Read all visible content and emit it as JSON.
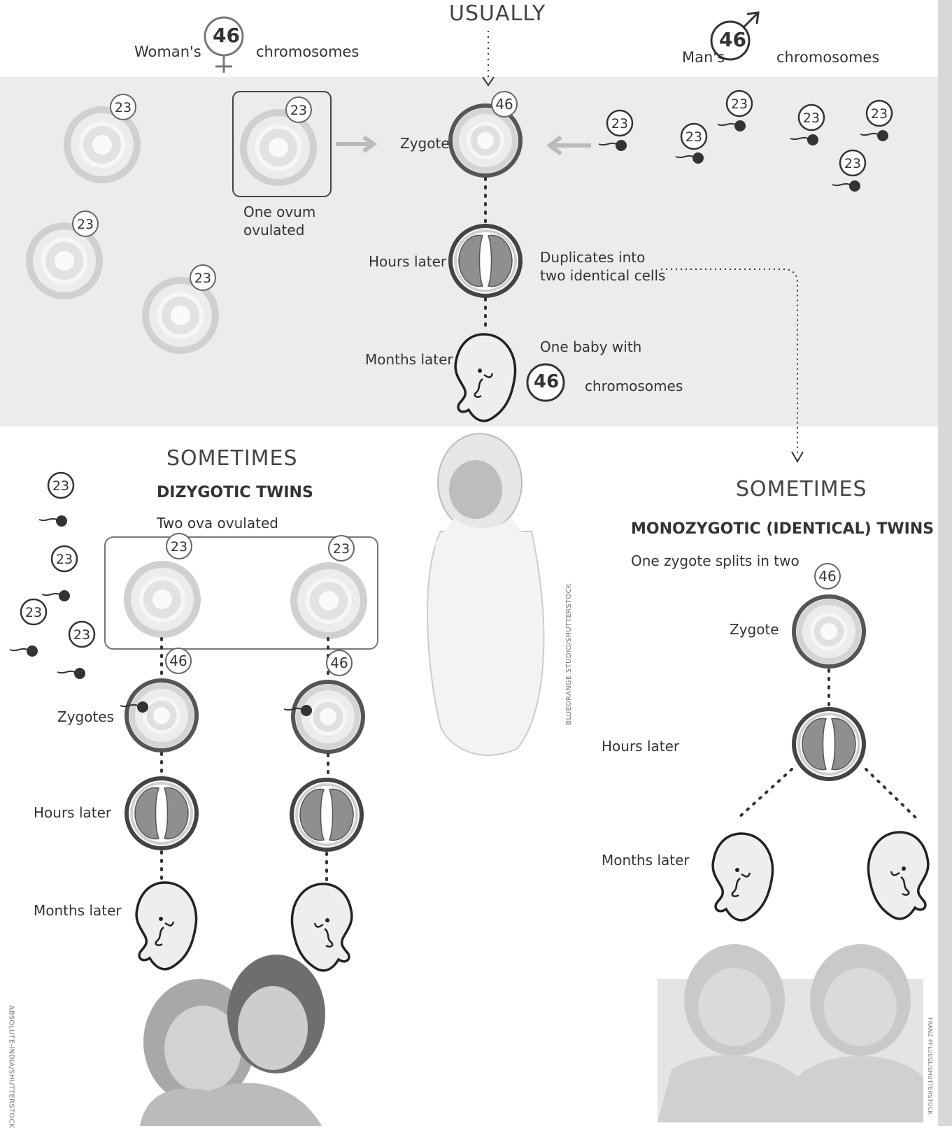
{
  "colors": {
    "egg_ring": "#d6d6d6",
    "egg_inner": "#ececec",
    "nucleus": "#fafafa",
    "cell_dark": "#8f8f8f",
    "embryo_fill": "#eeeeee",
    "background_band": "#ececec",
    "sperm": "#333333"
  },
  "header": {
    "usually": "USUALLY",
    "woman_label": "Woman's",
    "woman_count": "46",
    "chromosomes": "chromosomes",
    "man_label": "Man's",
    "man_count": "46",
    "female_symbol": "female-symbol",
    "male_symbol": "male-symbol"
  },
  "usually": {
    "egg_count": "23",
    "sperm_count": "23",
    "zygote_count": "46",
    "one_ovum_line1": "One ovum",
    "one_ovum_line2": "ovulated",
    "zygote_label": "Zygote",
    "hours_later": "Hours later",
    "duplicates_line1": "Duplicates into",
    "duplicates_line2": "two identical cells",
    "months_later": "Months later",
    "one_baby": "One baby with",
    "baby_count": "46",
    "baby_chromosomes": "chromosomes"
  },
  "dizygotic": {
    "sometimes": "SOMETIMES",
    "title": "DIZYGOTIC TWINS",
    "subtitle": "Two ova ovulated",
    "egg_count": "23",
    "sperm_count": "23",
    "zygote_count": "46",
    "zygotes_label": "Zygotes",
    "hours_later": "Hours later",
    "months_later": "Months later"
  },
  "monozygotic": {
    "sometimes": "SOMETIMES",
    "title": "MONOZYGOTIC (IDENTICAL) TWINS",
    "subtitle": "One zygote splits in two",
    "zygote_count": "46",
    "zygote_label": "Zygote",
    "hours_later": "Hours later",
    "months_later": "Months later"
  },
  "credits": {
    "baby_photo": "BLUEORANGE STUDIO/SHUTTERSTOCK",
    "twins_photo": "ABSOLUTE-INDIA/SHUTTERSTOCK",
    "identical_photo": "FRANZ PFLUEGL/SHUTTERSTOCK"
  }
}
